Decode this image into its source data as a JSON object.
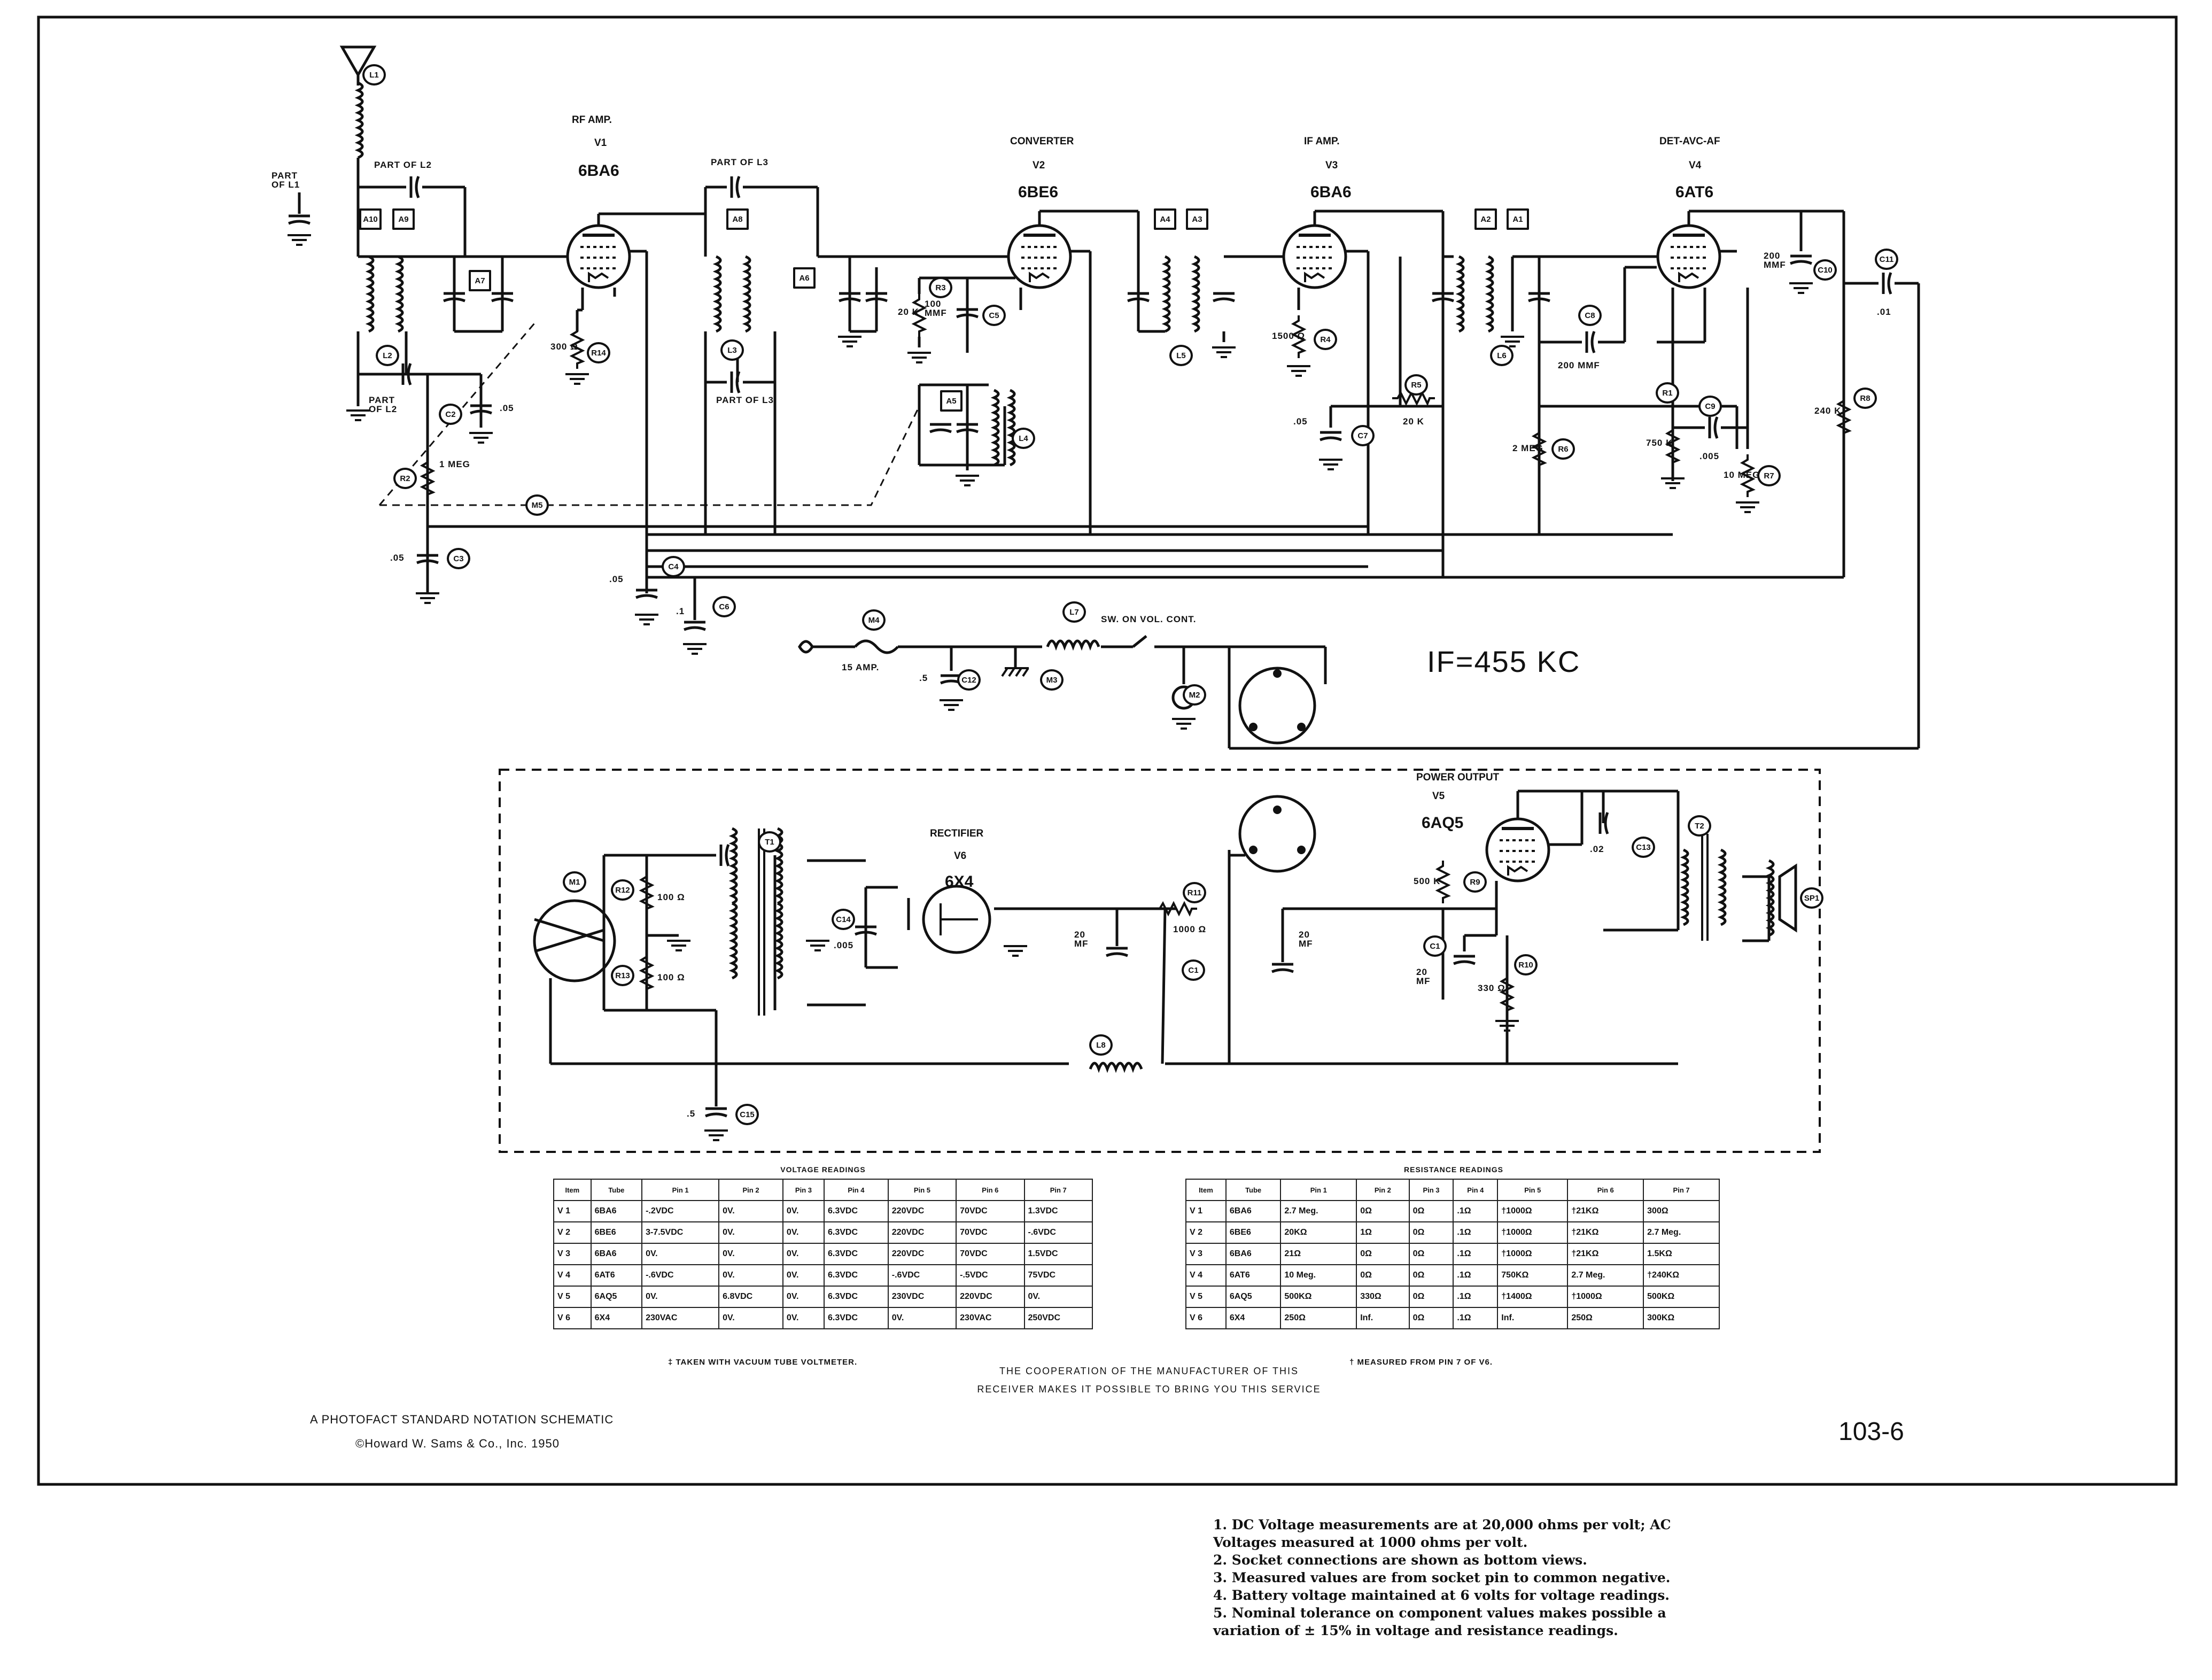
{
  "labels": {
    "rf_amp": "RF AMP.",
    "v1": "V1",
    "tube1": "6BA6",
    "converter": "CONVERTER",
    "v2": "V2",
    "tube2": "6BE6",
    "if_amp": "IF AMP.",
    "v3": "V3",
    "tube3": "6BA6",
    "det": "DET-AVC-AF",
    "v4": "V4",
    "tube4": "6AT6",
    "power_output": "POWER OUTPUT",
    "v5": "V5",
    "tube5": "6AQ5",
    "rectifier": "RECTIFIER",
    "v6": "V6",
    "tube6": "6X4",
    "part_of_l1": "PART OF L1",
    "part_of_l2_top": "PART OF L2",
    "part_of_l2_bot": "PART OF L2",
    "part_of_l3_top": "PART OF L3",
    "part_of_l3_bot": "PART OF L3",
    "fuse": "15 AMP.",
    "switch": "SW. ON VOL. CONT.",
    "c2val": ".05",
    "c3val": ".05",
    "c4val": ".05",
    "c6val": ".1",
    "c12val": ".5",
    "c15val": ".5",
    "c7val": ".05",
    "r2val": "1 MEG",
    "r14val": "300 Ω",
    "r3val": "20 K",
    "c5val": "100 MMF",
    "r4val": "1500 Ω",
    "r5val": "20 K",
    "r6val": "2 MEG",
    "c8val": "200 MMF",
    "c10val": "200 MMF",
    "c11val": ".01",
    "r8val": "240 K",
    "r1val": "750 K",
    "c9val": ".005",
    "r7val": "10 MEG",
    "r11val": "1000 Ω",
    "cf1val": "20 MF",
    "cf2val": "20 MF",
    "r9val": "500 K",
    "c13val": ".02",
    "c1val": "20 MF",
    "r10val": "330 Ω",
    "c14val": ".005",
    "r12val": "100 Ω",
    "r13val": "100 Ω"
  },
  "markers": {
    "L1": "L1",
    "L2": "L2",
    "L3": "L3",
    "L4": "L4",
    "L5": "L5",
    "L6": "L6",
    "L7": "L7",
    "L8": "L8",
    "R14": "R14",
    "R2": "R2",
    "R3": "R3",
    "R4": "R4",
    "R5": "R5",
    "R6": "R6",
    "R1": "R1",
    "R7": "R7",
    "R8": "R8",
    "R9": "R9",
    "R10": "R10",
    "R11": "R11",
    "R12": "R12",
    "R13": "R13",
    "C2": "C2",
    "C3": "C3",
    "C4": "C4",
    "C6": "C6",
    "C5": "C5",
    "C7": "C7",
    "C8": "C8",
    "C9": "C9",
    "C10": "C10",
    "C11": "C11",
    "C12": "C12",
    "C13": "C13",
    "C14": "C14",
    "C15": "C15",
    "C1a": "C1",
    "C1b": "C1",
    "M1": "M1",
    "M2": "M2",
    "M3": "M3",
    "M4": "M4",
    "M5": "M5",
    "T1": "T1",
    "T2": "T2",
    "SP1": "SP1",
    "A10": "A10",
    "A9": "A9",
    "A7": "A7",
    "A8": "A8",
    "A6": "A6",
    "A5": "A5",
    "A4": "A4",
    "A3": "A3",
    "A2": "A2",
    "A1": "A1"
  },
  "if_freq": "IF=455 KC",
  "footer": {
    "line1": "A PHOTOFACT STANDARD NOTATION SCHEMATIC",
    "line2": "©Howard W. Sams & Co., Inc. 1950",
    "page": "103-6",
    "credit1": "THE COOPERATION OF THE MANUFACTURER OF THIS",
    "credit2": "RECEIVER MAKES IT POSSIBLE TO BRING YOU THIS SERVICE"
  },
  "voltage_table": {
    "caption": "VOLTAGE READINGS",
    "headers": [
      "Item",
      "Tube",
      "Pin 1",
      "Pin 2",
      "Pin 3",
      "Pin 4",
      "Pin 5",
      "Pin 6",
      "Pin 7"
    ],
    "rows": [
      [
        "V 1",
        "6BA6",
        "-.2VDC",
        "0V.",
        "0V.",
        "6.3VDC",
        "220VDC",
        "70VDC",
        "1.3VDC"
      ],
      [
        "V 2",
        "6BE6",
        "3-7.5VDC",
        "0V.",
        "0V.",
        "6.3VDC",
        "220VDC",
        "70VDC",
        "-.6VDC"
      ],
      [
        "V 3",
        "6BA6",
        "0V.",
        "0V.",
        "0V.",
        "6.3VDC",
        "220VDC",
        "70VDC",
        "1.5VDC"
      ],
      [
        "V 4",
        "6AT6",
        "-.6VDC",
        "0V.",
        "0V.",
        "6.3VDC",
        "-.6VDC",
        "-.5VDC",
        "75VDC"
      ],
      [
        "V 5",
        "6AQ5",
        "0V.",
        "6.8VDC",
        "0V.",
        "6.3VDC",
        "230VDC",
        "220VDC",
        "0V."
      ],
      [
        "V 6",
        "6X4",
        "230VAC",
        "0V.",
        "0V.",
        "6.3VDC",
        "0V.",
        "230VAC",
        "250VDC"
      ]
    ],
    "note": "‡ TAKEN WITH VACUUM TUBE VOLTMETER."
  },
  "resistance_table": {
    "caption": "RESISTANCE READINGS",
    "headers": [
      "Item",
      "Tube",
      "Pin 1",
      "Pin 2",
      "Pin 3",
      "Pin 4",
      "Pin 5",
      "Pin 6",
      "Pin 7"
    ],
    "rows": [
      [
        "V 1",
        "6BA6",
        "2.7 Meg.",
        "0Ω",
        "0Ω",
        ".1Ω",
        "†1000Ω",
        "†21KΩ",
        "300Ω"
      ],
      [
        "V 2",
        "6BE6",
        "20KΩ",
        "1Ω",
        "0Ω",
        ".1Ω",
        "†1000Ω",
        "†21KΩ",
        "2.7 Meg."
      ],
      [
        "V 3",
        "6BA6",
        "21Ω",
        "0Ω",
        "0Ω",
        ".1Ω",
        "†1000Ω",
        "†21KΩ",
        "1.5KΩ"
      ],
      [
        "V 4",
        "6AT6",
        "10 Meg.",
        "0Ω",
        "0Ω",
        ".1Ω",
        "750KΩ",
        "2.7 Meg.",
        "†240KΩ"
      ],
      [
        "V 5",
        "6AQ5",
        "500KΩ",
        "330Ω",
        "0Ω",
        ".1Ω",
        "†1400Ω",
        "†1000Ω",
        "500KΩ"
      ],
      [
        "V 6",
        "6X4",
        "250Ω",
        "Inf.",
        "0Ω",
        ".1Ω",
        "Inf.",
        "250Ω",
        "300KΩ"
      ]
    ],
    "note": "† MEASURED FROM PIN 7 OF V6."
  },
  "notes": [
    "1.  DC Voltage measurements are at 20,000 ohms per volt; AC",
    "Voltages measured at 1000 ohms per volt.",
    "2.  Socket connections are shown as bottom views.",
    "3.  Measured values are from socket pin to common negative.",
    "4.  Battery voltage maintained at 6 volts for voltage readings.",
    "5.  Nominal tolerance on component values makes possible a",
    "variation of ± 15% in voltage and resistance readings."
  ]
}
